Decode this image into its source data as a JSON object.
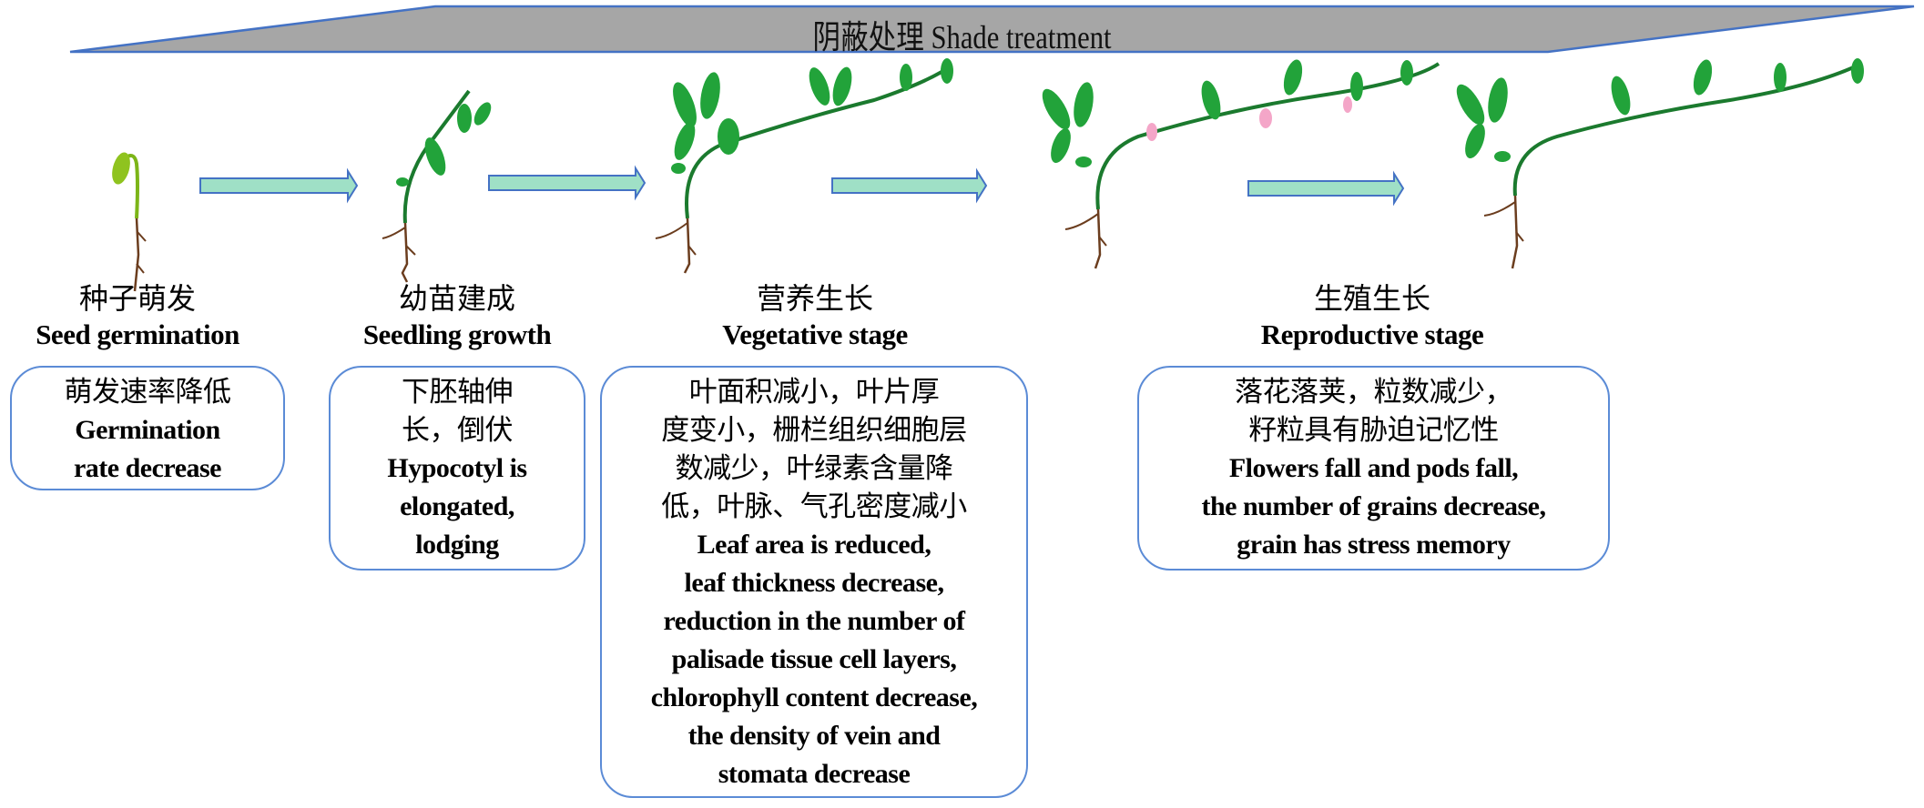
{
  "banner": {
    "title": "阴蔽处理 Shade treatment",
    "fill": "#a6a6a6",
    "border": "#4472c4"
  },
  "stages": [
    {
      "zh": "种子萌发",
      "en": "Seed germination",
      "effects": [
        "萌发速率降低",
        "Germination",
        "rate decrease"
      ]
    },
    {
      "zh": "幼苗建成",
      "en": "Seedling growth",
      "effects": [
        "下胚轴伸",
        "长，倒伏",
        "Hypocotyl is",
        "elongated,",
        "lodging"
      ]
    },
    {
      "zh": "营养生长",
      "en": "Vegetative stage",
      "effects": [
        "叶面积减小，叶片厚",
        "度变小，栅栏组织细胞层",
        "数减少，叶绿素含量降",
        "低，叶脉、气孔密度减小",
        "Leaf area is reduced,",
        "leaf thickness decrease,",
        "reduction in the number of",
        "palisade tissue cell layers,",
        "chlorophyll content decrease,",
        "the density of vein and",
        "stomata decrease"
      ]
    },
    {
      "zh": "生殖生长",
      "en": "Reproductive stage",
      "effects": [
        "落花落荚，粒数减少，",
        "籽粒具有胁迫记忆性",
        "Flowers fall and pods fall,",
        "the number of grains decrease,",
        "grain has stress memory"
      ]
    }
  ],
  "colors": {
    "arrow_fill": "#9fe0c6",
    "arrow_border": "#4472c4",
    "leaf": "#22a33a",
    "stem": "#1b7a2e",
    "root": "#6b3d1e",
    "flower": "#f4a6c8"
  }
}
